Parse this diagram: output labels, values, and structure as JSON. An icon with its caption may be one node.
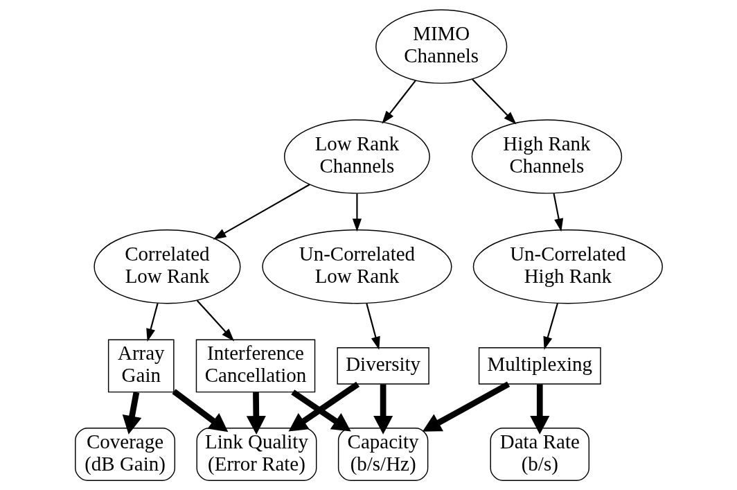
{
  "diagram": {
    "nodes": [
      {
        "text": [
          "MIMO Channels"
        ]
      },
      {
        "text": [
          "Low Rank Channels"
        ]
      },
      {
        "text": [
          "High Rank Channels"
        ]
      },
      {
        "text": [
          "Correlated Low Rank"
        ]
      },
      {
        "text": [
          "Un-Correlated Low Rank"
        ]
      },
      {
        "text": [
          "Un-Correlated High Rank"
        ]
      },
      {
        "text": [
          "Array Gain"
        ]
      },
      {
        "text": [
          "Interference Cancellation"
        ]
      },
      {
        "text": [
          "Diversity"
        ]
      },
      {
        "text": [
          "Multiplexing"
        ]
      },
      {
        "text": [
          "Coverage (dB Gain)"
        ]
      },
      {
        "text": [
          "Link Quality (Error Rate)"
        ]
      },
      {
        "text": [
          "Capacity (b/s/Hz)"
        ]
      },
      {
        "text": [
          "Data Rate (b/s)"
        ]
      }
    ],
    "edges": [
      {
        "from": 0,
        "to": 1,
        "arrow": "to"
      },
      {
        "from": 0,
        "to": 2,
        "arrow": "to"
      },
      {
        "from": 1,
        "to": 3,
        "arrow": "to"
      },
      {
        "from": 1,
        "to": 4,
        "arrow": "to"
      },
      {
        "from": 2,
        "to": 5,
        "arrow": "to"
      },
      {
        "from": 3,
        "to": 6,
        "arrow": "to"
      },
      {
        "from": 3,
        "to": 7,
        "arrow": "to"
      },
      {
        "from": 4,
        "to": 8,
        "arrow": "to"
      },
      {
        "from": 5,
        "to": 9,
        "arrow": "to"
      },
      {
        "from": 6,
        "to": 10,
        "arrow": "to",
        "style": "thick"
      },
      {
        "from": 6,
        "to": 11,
        "arrow": "to",
        "style": "thick"
      },
      {
        "from": 7,
        "to": 11,
        "arrow": "to",
        "style": "thick"
      },
      {
        "from": 7,
        "to": 12,
        "arrow": "to",
        "style": "thick"
      },
      {
        "from": 8,
        "to": 11,
        "arrow": "to",
        "style": "thick"
      },
      {
        "from": 8,
        "to": 12,
        "arrow": "to",
        "style": "thick"
      },
      {
        "from": 9,
        "to": 12,
        "arrow": "to",
        "style": "thick"
      },
      {
        "from": 9,
        "to": 13,
        "arrow": "to",
        "style": "thick"
      }
    ]
  }
}
